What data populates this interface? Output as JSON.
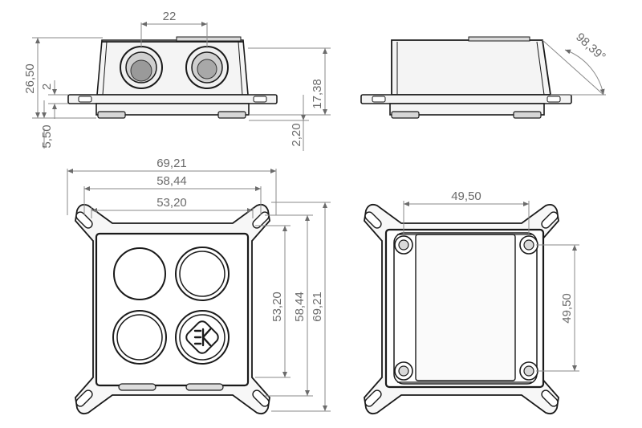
{
  "drawing": {
    "front_view": {
      "dim_width_top": "22",
      "dim_height_total": "26,50",
      "dim_plate": "2",
      "dim_bottom": "5,50",
      "dim_right_height": "17,38",
      "dim_right_bottom": "2,20"
    },
    "side_view": {
      "dim_angle": "98,39°"
    },
    "top_view": {
      "dim_w1": "69,21",
      "dim_w2": "58,44",
      "dim_w3": "53,20",
      "dim_h1": "53,20",
      "dim_h2": "58,44",
      "dim_h3": "69,21"
    },
    "bottom_view": {
      "dim_w": "49,50",
      "dim_h": "49,50"
    }
  }
}
